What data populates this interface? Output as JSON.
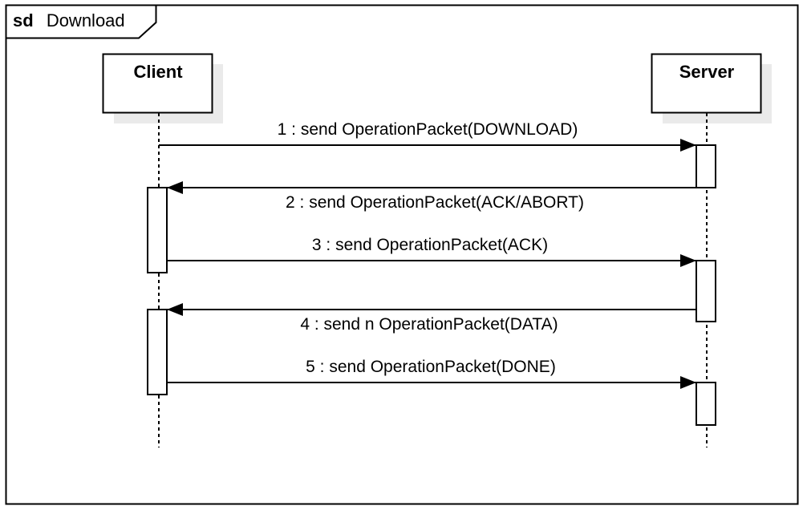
{
  "frame": {
    "keyword": "sd",
    "name": "Download"
  },
  "lifelines": [
    {
      "id": "client",
      "label": "Client"
    },
    {
      "id": "server",
      "label": "Server"
    }
  ],
  "messages": [
    {
      "text": "1 : send OperationPacket(DOWNLOAD)",
      "from": "client",
      "to": "server"
    },
    {
      "text": "2 : send OperationPacket(ACK/ABORT)",
      "from": "server",
      "to": "client"
    },
    {
      "text": "3 : send OperationPacket(ACK)",
      "from": "client",
      "to": "server"
    },
    {
      "text": "4 : send n OperationPacket(DATA)",
      "from": "server",
      "to": "client"
    },
    {
      "text": "5 : send OperationPacket(DONE)",
      "from": "client",
      "to": "server"
    }
  ],
  "colors": {
    "stroke": "#000000",
    "shadow": "#eaeaea",
    "fill": "#ffffff"
  }
}
